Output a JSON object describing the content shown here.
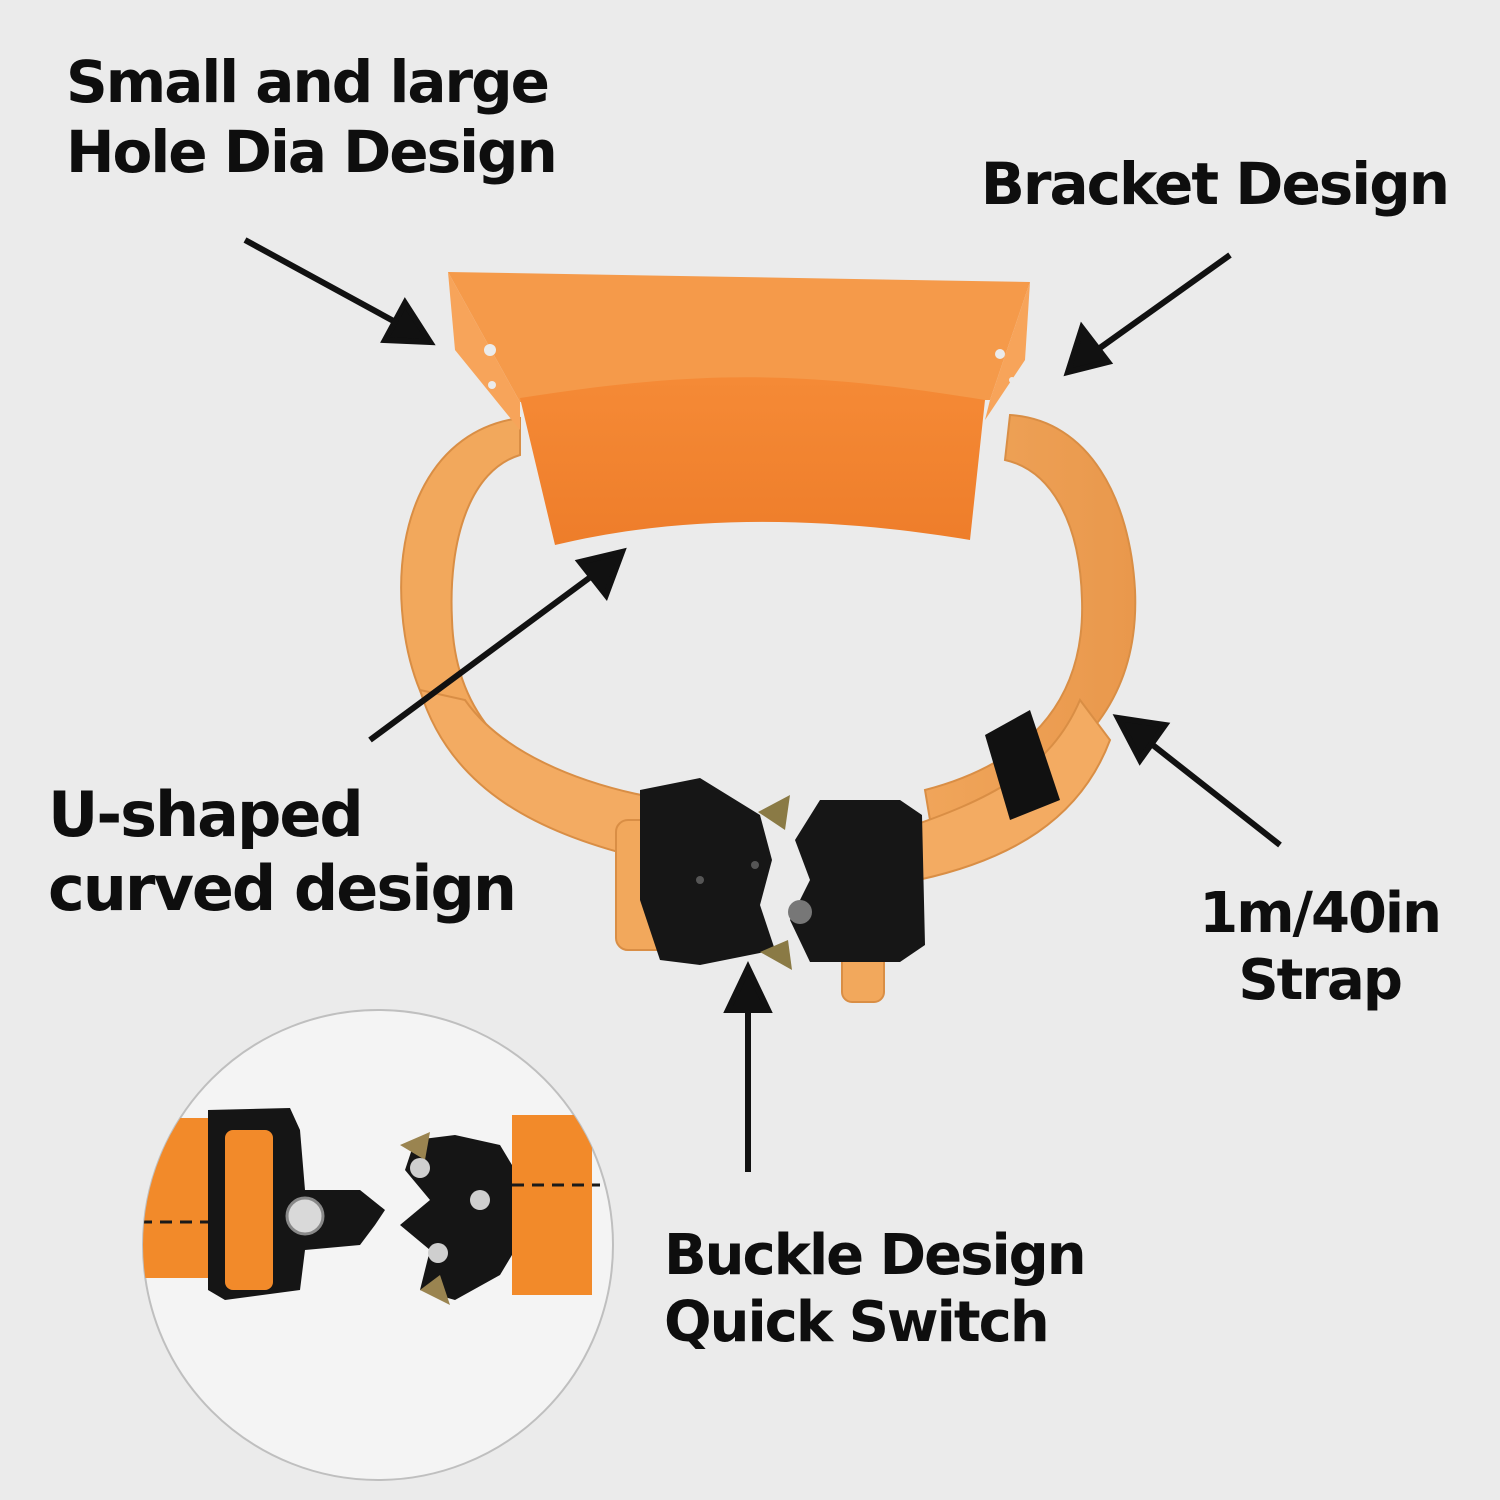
{
  "labels": {
    "hole": {
      "line1": "Small and large",
      "line2": "Hole Dia Design"
    },
    "bracket": {
      "line1": "Bracket Design"
    },
    "ushape": {
      "line1": "U-shaped",
      "line2": "curved design"
    },
    "strap": {
      "line1": "1m/40in",
      "line2": "Strap"
    },
    "buckle": {
      "line1": "Buckle Design",
      "line2": "Quick Switch"
    }
  },
  "colors": {
    "background": "#ebebeb",
    "strap": "#f2a85c",
    "bracket": "#f08a3a",
    "buckle": "#161616",
    "text": "#0e0e0e"
  },
  "icons": [
    "arrow-icon",
    "side-release-buckle-icon",
    "rivet-icon"
  ]
}
